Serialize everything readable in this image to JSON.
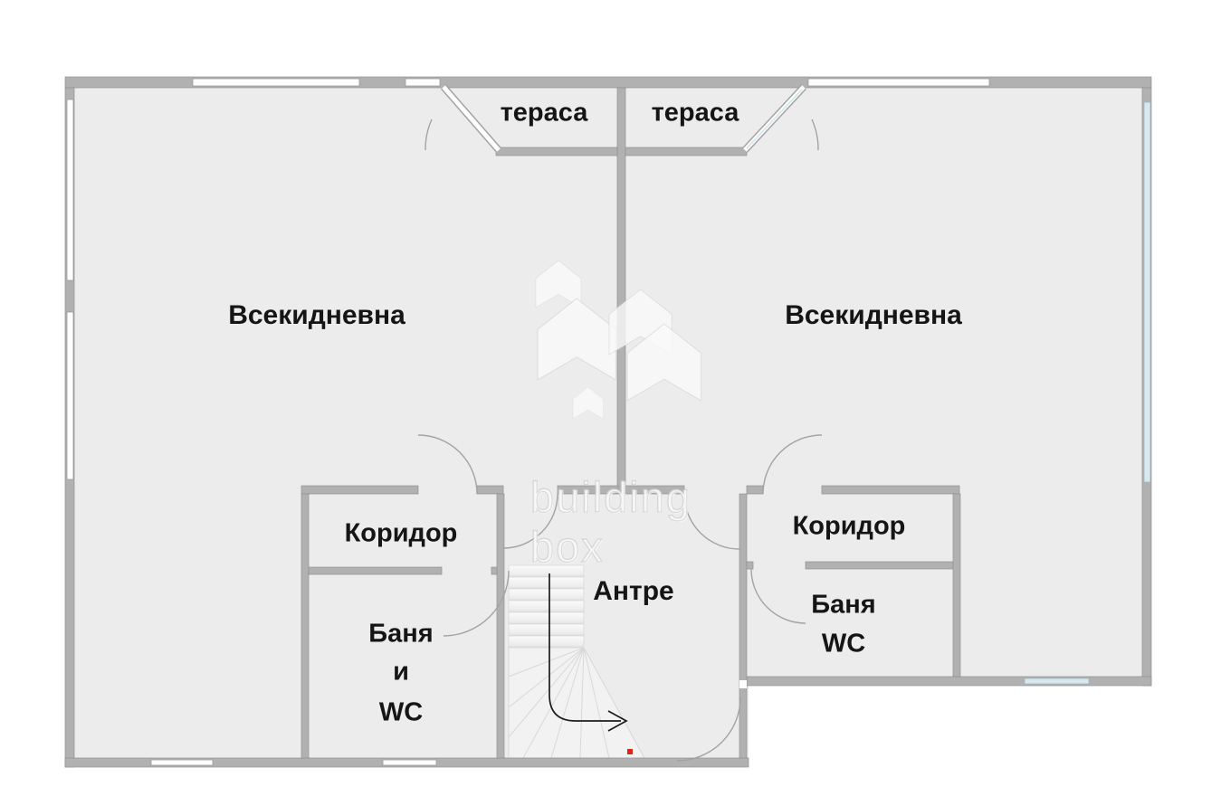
{
  "watermark": {
    "line1": "building",
    "line2": "box"
  },
  "rooms": {
    "terrace_left": "тераса",
    "terrace_right": "тераса",
    "living_left": "Всекидневна",
    "living_right": "Всекидневна",
    "corridor_left": "Коридор",
    "corridor_right": "Коридор",
    "bath_left_line1": "Баня",
    "bath_left_line2": "и",
    "bath_left_line3": "WC",
    "entry": "Антре",
    "bath_right_line1": "Баня",
    "bath_right_line2": "WC"
  },
  "colors": {
    "background": "#ffffff",
    "floor": "#ececec",
    "wall": "#b1b1b1",
    "wall_edge": "#909090",
    "window": "#fdfdfd",
    "window_frame": "#9a9a9a",
    "window_glass_blue": "#d8e8ee",
    "window_blue_frame": "#9fb9c1",
    "door_arc": "#a3a3a3",
    "label_text": "#151515",
    "arrow": "#1c1c1c",
    "entrance_dot": "#e02418",
    "watermark_text": "#dedede"
  }
}
